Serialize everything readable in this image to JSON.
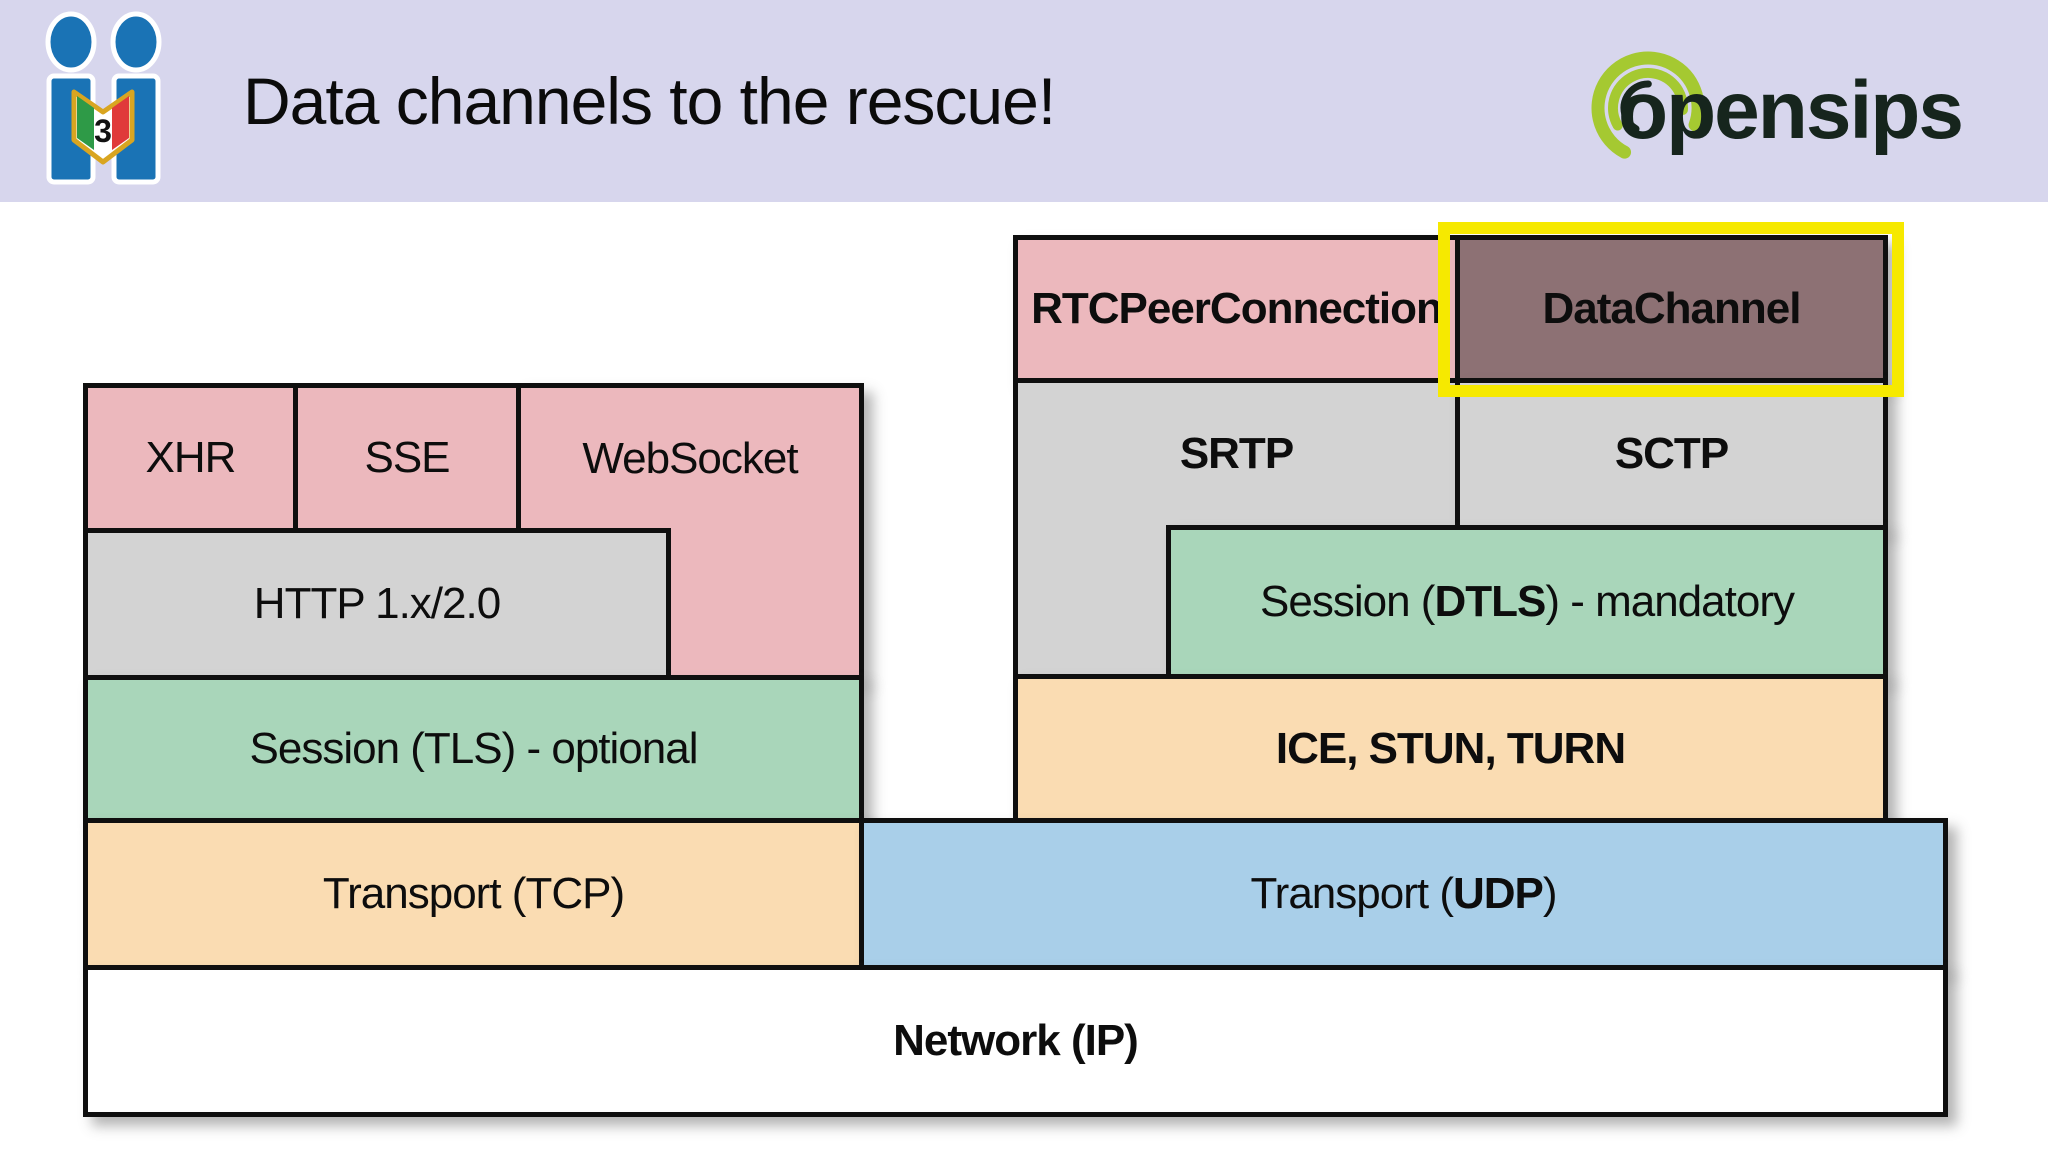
{
  "header": {
    "title": "Data channels to the rescue!",
    "brand_text": "opensips",
    "conference_badge_number": "3"
  },
  "colors": {
    "header_background": "#d7d6ed",
    "pink": "#ecb8bd",
    "gray": "#d3d3d3",
    "green": "#a9d6ba",
    "peach": "#fadcb2",
    "blue": "#a9cfe9",
    "datachannel_mauve": "#8d7174",
    "highlight_yellow": "#f6e900",
    "box_border": "#0f0f0f",
    "brand_lime": "#a5c931",
    "brand_dark": "#16251d",
    "logo_blue": "#1a73b5"
  },
  "diagram": {
    "http_stack": {
      "xhr": "XHR",
      "sse": "SSE",
      "websocket": "WebSocket",
      "http": "HTTP 1.x/2.0",
      "tls": "Session (TLS) - optional",
      "tcp": "Transport (TCP)"
    },
    "webrtc_stack": {
      "rtcpeerconnection": "RTCPeerConnection",
      "datachannel": "DataChannel",
      "srtp": "SRTP",
      "sctp": "SCTP",
      "dtls_prefix": "Session (",
      "dtls_bold": "DTLS",
      "dtls_suffix": ") - mandatory",
      "ice": "ICE, STUN, TURN"
    },
    "shared": {
      "udp_prefix": "Transport (",
      "udp_bold": "UDP",
      "udp_suffix": ")",
      "network": "Network (IP)"
    }
  }
}
